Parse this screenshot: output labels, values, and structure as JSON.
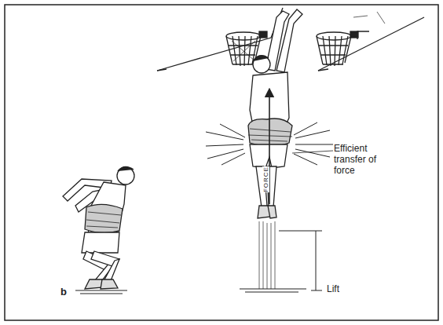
{
  "diagram": {
    "labels": [
      "b",
      "Efficient transfer of force",
      "FORCE",
      "Lift"
    ]
  }
}
